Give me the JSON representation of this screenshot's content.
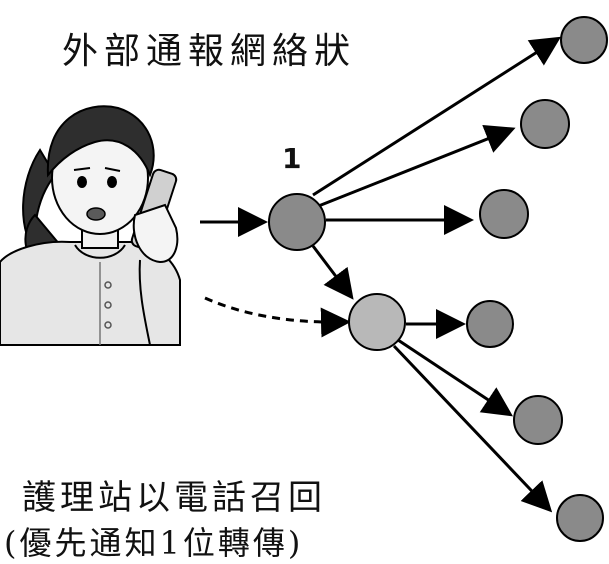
{
  "title": "外部通報網絡狀",
  "node_label": "1",
  "caption_line1": "護理站以電話召回",
  "caption_line2": "(優先通知1位轉傳)",
  "colors": {
    "node_main": "#8a8a8a",
    "node_secondary": "#b8b8b8",
    "line": "#000000"
  },
  "icons": [
    "nurse-on-phone-illustration"
  ]
}
